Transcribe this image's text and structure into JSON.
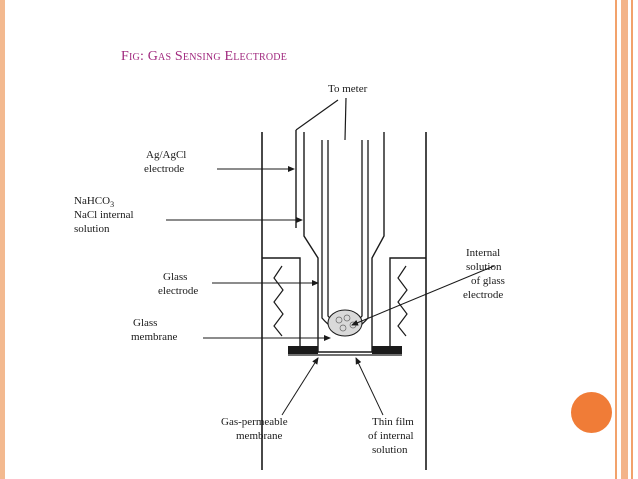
{
  "slide": {
    "title": "Fig: Gas Sensing Electrode",
    "colors": {
      "accent": "#a0287e",
      "bars": "#f2a26b",
      "dot": "#f07c37"
    }
  },
  "figure": {
    "top_label": "To meter",
    "ag_line1": "Ag/AgCl",
    "ag_line2": "electrode",
    "nahco_line1": "NaHCO",
    "nahco_sub": "3",
    "nahco_line2": "NaCl internal",
    "nahco_line3": "solution",
    "glass_electrode_line1": "Glass",
    "glass_electrode_line2": "electrode",
    "glass_membrane_line1": "Glass",
    "glass_membrane_line2": "membrane",
    "internal_line1": "Internal",
    "internal_line2": "solution",
    "internal_line3": "of glass",
    "internal_line4": "electrode",
    "gas_line1": "Gas-permeable",
    "gas_line2": "membrane",
    "thin_line1": "Thin film",
    "thin_line2": "of internal",
    "thin_line3": "solution"
  }
}
